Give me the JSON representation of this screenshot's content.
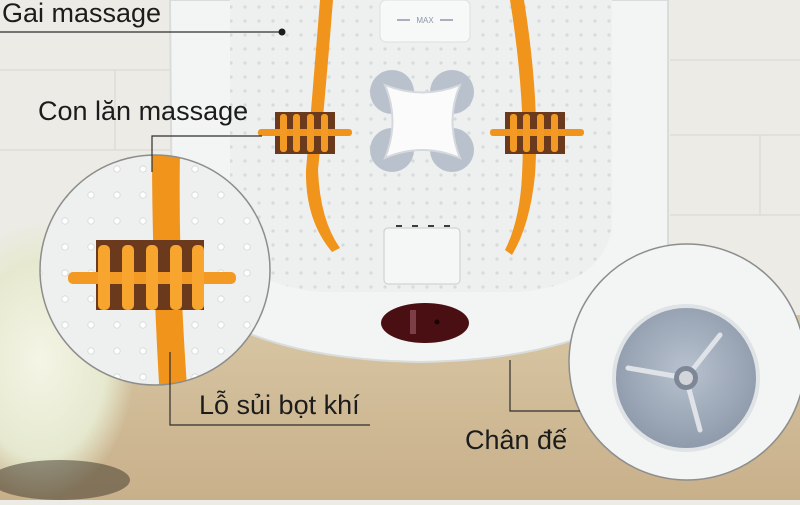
{
  "image": {
    "subject": "Foot massage basin with labeled parts",
    "colors": {
      "basin_white": "#f2f3f3",
      "massage_strip_orange": "#f0941c",
      "roller_dark": "#6b3a1c",
      "control_knob_maroon": "#4a0f12",
      "foot_grey_blue": "#a9b3c2",
      "table_beige": "#cdb894",
      "wall_white": "#ecebe6",
      "label_text": "#1c1c1c",
      "leader_line": "#3a3a3a"
    }
  },
  "basin": {
    "water_level_mark": "MAX"
  },
  "annotations": [
    {
      "id": "gai",
      "text": "Gai massage"
    },
    {
      "id": "conlan",
      "text": "Con lăn massage"
    },
    {
      "id": "lo",
      "text": "Lỗ sủi bọt khí"
    },
    {
      "id": "chan",
      "text": "Chân đế"
    }
  ],
  "callouts": [
    {
      "id": "roller-closeup",
      "shows": "Con lăn massage"
    },
    {
      "id": "foot-closeup",
      "shows": "Chân đế"
    }
  ]
}
